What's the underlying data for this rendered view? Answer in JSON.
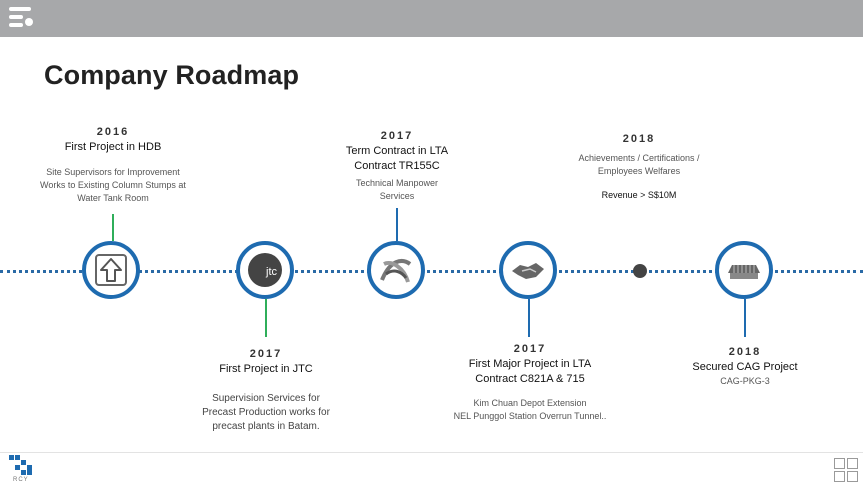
{
  "title": "Company Roadmap",
  "footer_logo_text": "RCY",
  "milestones": [
    {
      "year": "2016",
      "heading": "First Project in HDB",
      "desc_lines": [
        "Site Supervisors for Improvement",
        "Works to  Existing Column Stumps at",
        "Water Tank Room"
      ],
      "icon": "upload-arrow-icon"
    },
    {
      "year": "2017",
      "heading": "First Project in JTC",
      "desc_lines": [
        "Supervision Services for",
        "Precast Production works for",
        "precast plants in Batam."
      ],
      "icon": "jtc-logo-icon",
      "icon_text": "jtc"
    },
    {
      "year": "2017",
      "heading_lines": [
        "Term Contract in LTA",
        "Contract TR155C"
      ],
      "desc_lines": [
        "Technical Manpower",
        "Services"
      ],
      "icon": "lta-logo-icon"
    },
    {
      "year": "2017",
      "heading_lines": [
        "First Major Project in LTA",
        "Contract C821A & 715"
      ],
      "desc_lines": [
        "Kim Chuan Depot Extension",
        "NEL Punggol Station Overrun Tunnel.."
      ],
      "icon": "handshake-icon"
    },
    {
      "year": "2018",
      "desc_lines": [
        "Achievements / Certifications /",
        "Employees Welfares"
      ],
      "revenue": "Revenue > S$10M"
    },
    {
      "year": "2018",
      "heading": "Secured CAG Project",
      "desc_lines": [
        "CAG-PKG-3"
      ],
      "icon": "airport-terminal-icon"
    }
  ],
  "colors": {
    "accent": "#1e6bb0",
    "green_stem": "#2fae5a",
    "topbar": "#a7a8aa"
  }
}
